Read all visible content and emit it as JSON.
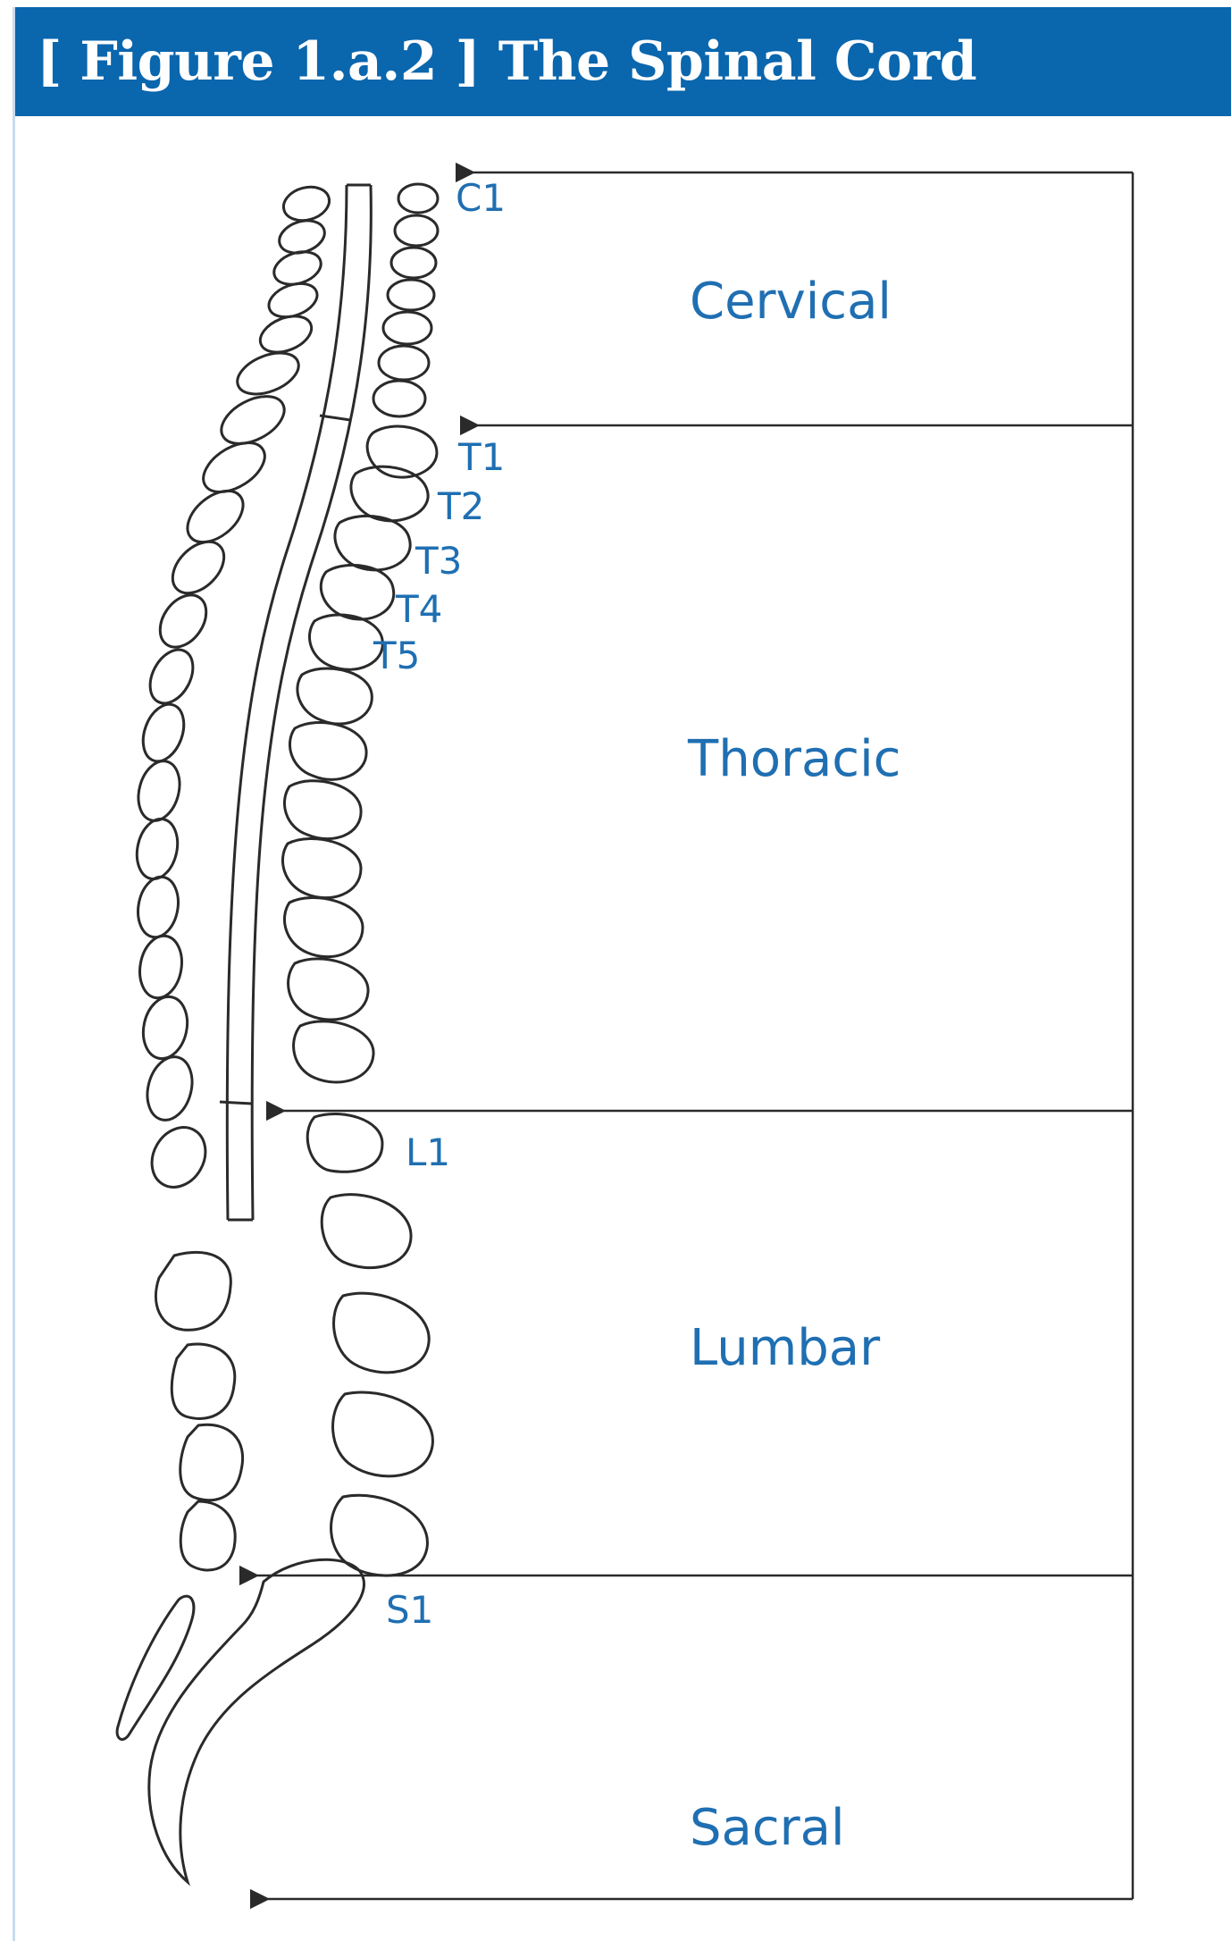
{
  "figure": {
    "title": "[ Figure 1.a.2 ] The Spinal Cord"
  },
  "regions": {
    "cervical": "Cervical",
    "thoracic": "Thoracic",
    "lumbar": "Lumbar",
    "sacral": "Sacral"
  },
  "levels": {
    "c1": "C1",
    "t1": "T1",
    "t2": "T2",
    "t3": "T3",
    "t4": "T4",
    "t5": "T5",
    "l1": "L1",
    "s1": "S1"
  },
  "colors": {
    "title_bar": "#0a66ad",
    "label_text": "#1f6fb2",
    "line_art": "#2a2a2a"
  }
}
